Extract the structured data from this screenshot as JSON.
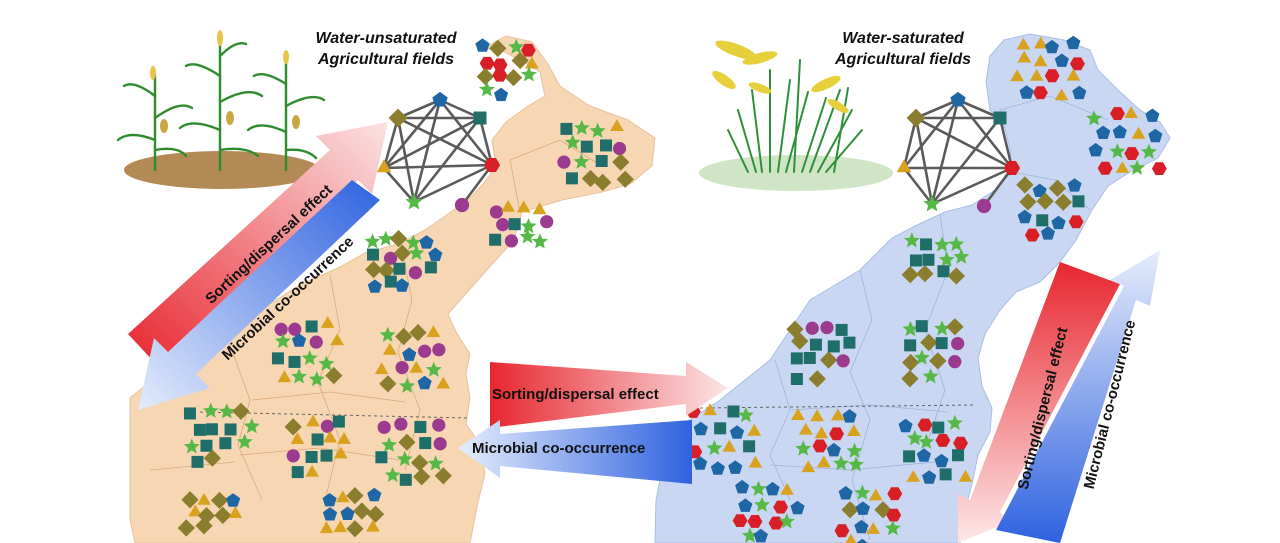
{
  "left_panel": {
    "title_line1": "Water-unsaturated",
    "title_line2": "Agricultural fields",
    "arrow_sorting": "Sorting/dispersal effect",
    "arrow_cooccurrence": "Microbial co-occurrence",
    "region_color": "#f7d7b3",
    "soil_color": "#b38a55",
    "plant": "corn-plant-icon"
  },
  "right_panel": {
    "title_line1": "Water-saturated",
    "title_line2": "Agricultural fields",
    "arrow_sorting": "Sorting/dispersal effect",
    "arrow_cooccurrence": "Microbial co-occurrence",
    "region_color": "#c9d7f2",
    "water_color": "#cfe5c6",
    "plant": "rice-plant-icon"
  },
  "center_arrows": {
    "sorting": "Sorting/dispersal effect",
    "cooccurrence": "Microbial co-occurrence"
  },
  "colors": {
    "sorting_red": "#e8262f",
    "cooccurrence_blue": "#2f62e0",
    "taxon_green": "#56b947",
    "taxon_teal": "#1f6e6a",
    "taxon_olive": "#8a7d2e",
    "taxon_purple": "#9b3a8e",
    "taxon_blue": "#1e66a4",
    "taxon_gold": "#d8a21f",
    "taxon_red": "#d91f26"
  },
  "legend_shapes": [
    "star",
    "square",
    "diamond",
    "circle",
    "pentagon",
    "triangle",
    "hexagon"
  ]
}
